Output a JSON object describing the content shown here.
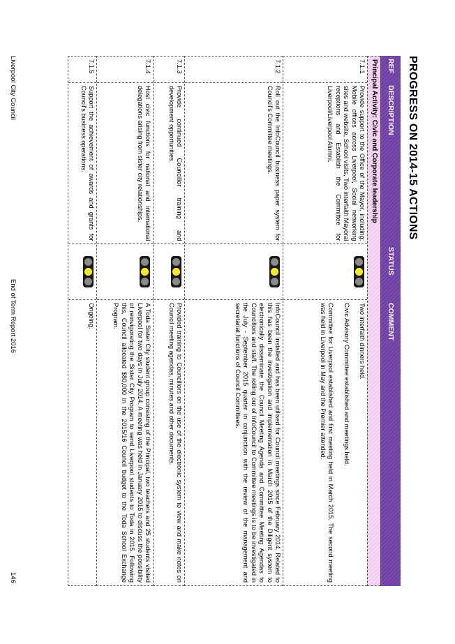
{
  "title": "PROGRESS ON 2014-15 ACTIONS",
  "headers": {
    "ref": "REF",
    "description": "DESCRIPTION",
    "status": "STATUS",
    "comment": "COMMENT"
  },
  "section": "Principal Activity: Civic and Corporate leadership",
  "rows": [
    {
      "ref": "7.1.1",
      "description": "Provide support to the Office of the Mayor, including: Mobile offices across Liverpool, Social networking sites and website, School visits, Two interfaith Mayoral receptions and Establish the Committee for Liverpool/Liverpool Alumni.",
      "status": "amber",
      "comments": [
        "Two interfaith dinners held.",
        "Civic Advisory Committee established and meetings held.",
        "Committee for Liverpool established and first meeting held in March 2015. The second meeting was held in Liverpool in May and the Premier attended."
      ]
    },
    {
      "ref": "7.1.2",
      "description": "Roll out the InfoCouncil business paper system for Council's Committee meetings.",
      "status": "amber",
      "comments": [
        "InfoCouncil installed and has been utilised for Council meetings since February 2014. Related to this has been the investigation and implementation in March 2015 of the Diligent system to electronically disseminate the Council Meeting Agenda and Committee Meeting Agendas to Councillors and staff. The rolling out of InfoCouncil to Committee meetings is to be investigated in the July - September 2015 quarter in conjunction with the review of the management and secretariat functions of Council Committees."
      ]
    },
    {
      "ref": "7.1.3",
      "description": "Provide continued Councillor training and development opportunities.",
      "status": "amber",
      "comments": [
        "Provided training to Councillors on the use of the electronic system to view and make notes on Council meeting agendas, minutes and other documents."
      ]
    },
    {
      "ref": "7.1.4",
      "description": "Host civic functions for national and international delegations arising from sister city relationships.",
      "status": "amber",
      "comments": [
        "A Toda Sister City student group consisting of the Principal, two teachers and 25 students visited Liverpool for two days in July 2014. A meeting was held in January 2015 to discuss the possibility of reinvigorating the Sister City Program to send Liverpool students to Toda in 2015. Following this, Council allocated $80,000 in the 2015/16 Council budget to the Toda School Exchange Program."
      ]
    },
    {
      "ref": "7.1.5",
      "description": "Support the achievement of awards and grants for Council's business operations.",
      "status": "amber",
      "comments": [
        "Ongoing."
      ]
    }
  ],
  "footer": {
    "left": "Liverpool City Council",
    "center": "End of Term Report 2016",
    "right": "146"
  },
  "colors": {
    "header": "#6b3fa0",
    "section": "#f3c6ef",
    "lamp_on": "#ffeb00"
  }
}
